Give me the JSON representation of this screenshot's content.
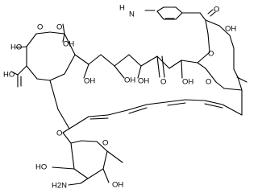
{
  "structure": {
    "atom_labels": [
      "H",
      "N",
      "O",
      "OH",
      "O",
      "O",
      "HO",
      "OH",
      "HO",
      "OH",
      "OH",
      "OH",
      "O",
      "OH",
      "O",
      "O",
      "O",
      "O",
      "HO",
      "H2N",
      "OH"
    ]
  }
}
